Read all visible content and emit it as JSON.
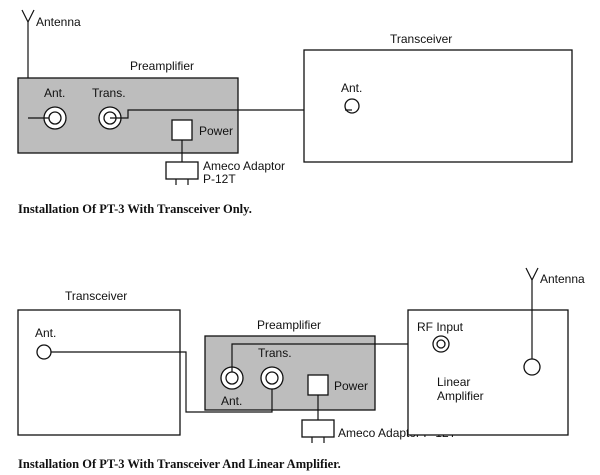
{
  "top": {
    "antenna_label": "Antenna",
    "preamp_label": "Preamplifier",
    "preamp_ant_label": "Ant.",
    "preamp_trans_label": "Trans.",
    "power_label": "Power",
    "adaptor_label_line1": "Ameco Adaptor",
    "adaptor_label_line2": "P-12T",
    "transceiver_label": "Transceiver",
    "transceiver_ant_label": "Ant.",
    "caption": "Installation Of PT-3 With Transceiver Only."
  },
  "bottom": {
    "transceiver_label": "Transceiver",
    "transceiver_ant_label": "Ant.",
    "preamp_label": "Preamplifier",
    "preamp_trans_label": "Trans.",
    "preamp_ant_label": "Ant.",
    "power_label": "Power",
    "adaptor_label": "Ameco Adaptor P-12T",
    "antenna_label": "Antenna",
    "rf_input_label": "RF Input",
    "amp_label_line1": "Linear",
    "amp_label_line2": "Amplifier",
    "caption": "Installation Of PT-3 With Transceiver And Linear Amplifier."
  },
  "colors": {
    "preamp_fill": "#bdbdbd",
    "line": "#111111"
  }
}
